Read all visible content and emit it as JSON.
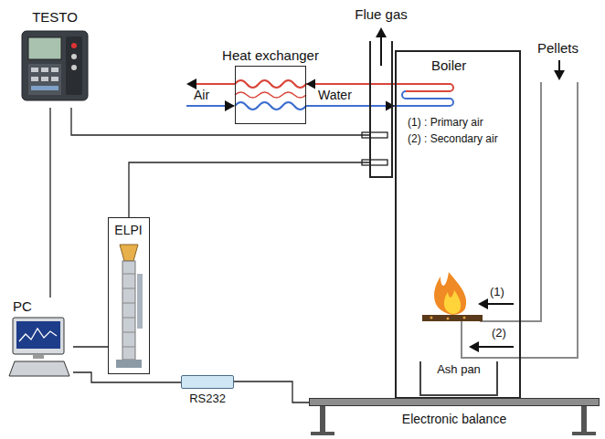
{
  "diagram": {
    "nodes": [
      {
        "text": [
          "TESTO"
        ]
      },
      {
        "text": [
          "Flue gas"
        ]
      },
      {
        "text": [
          "Boiler",
          "(1) : Primary air",
          "(2) : Secondary air"
        ]
      },
      {
        "text": [
          "Ash pan"
        ],
        "in": 2
      },
      {
        "text": [
          "Heat exchanger"
        ]
      },
      {
        "text": [
          "ELPI"
        ]
      },
      {
        "text": [
          "PC"
        ]
      },
      {
        "text": [
          "RS232"
        ]
      },
      {
        "text": [
          "Electronic balance"
        ]
      }
    ],
    "edges": [
      {
        "from": 0,
        "to": 1,
        "arrow": "none"
      },
      {
        "from": 5,
        "to": 1,
        "arrow": "none"
      },
      {
        "from": 6,
        "to": 0,
        "arrow": "none"
      },
      {
        "from": 6,
        "to": 5,
        "arrow": "none"
      },
      {
        "from": 6,
        "to": 7,
        "arrow": "none"
      },
      {
        "from": 7,
        "to": 8,
        "arrow": "none"
      },
      {
        "from": 2,
        "to": 4,
        "arrow": "to"
      },
      {
        "from": 4,
        "to": 2,
        "arrow": "to"
      }
    ],
    "labels": [
      "Pellets",
      "Air",
      "Water",
      "(1)",
      "(2)"
    ]
  }
}
